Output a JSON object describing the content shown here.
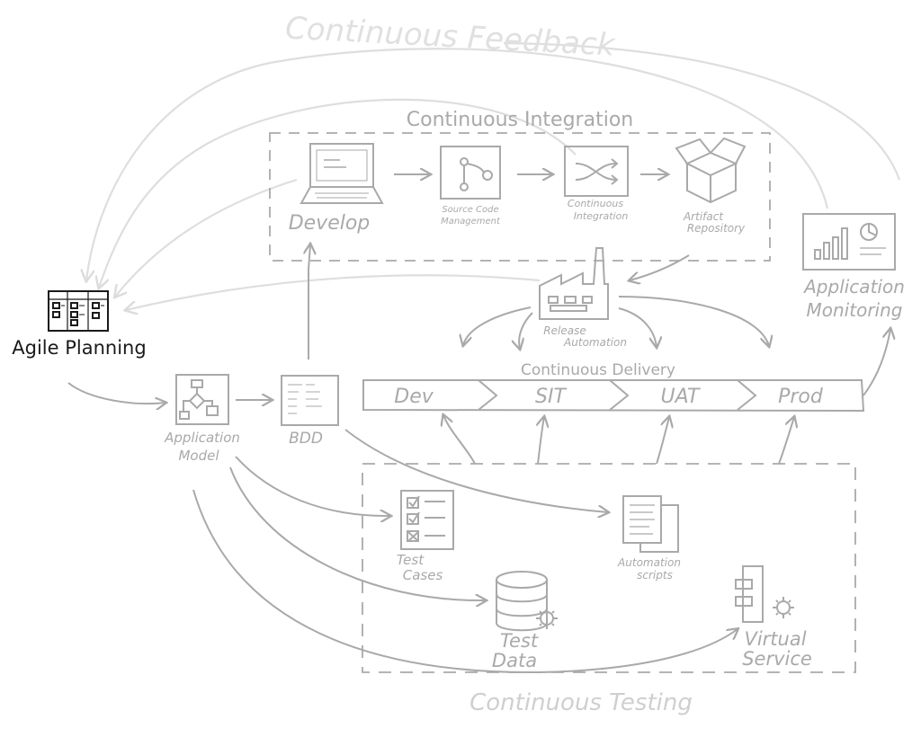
{
  "feedback_label": "Continuous Feedback",
  "ci_label": "Continuous Integration",
  "cd_label": "Continuous Delivery",
  "ct_label": "Continuous Testing",
  "agile": {
    "label": "Agile Planning"
  },
  "ci": {
    "develop": "Develop",
    "scm_1": "Source Code",
    "scm_2": "Management",
    "ci_1": "Continuous",
    "ci_2": "Integration",
    "repo_1": "Artifact",
    "repo_2": "Repository"
  },
  "release_1": "Release",
  "release_2": "Automation",
  "monitoring_1": "Application",
  "monitoring_2": "Monitoring",
  "model_1": "Application",
  "model_2": "Model",
  "bdd": "BDD",
  "stages": [
    "Dev",
    "SIT",
    "UAT",
    "Prod"
  ],
  "test_cases_1": "Test",
  "test_cases_2": "Cases",
  "automation_1": "Automation",
  "automation_2": "scripts",
  "test_data_1": "Test",
  "test_data_2": "Data",
  "virtual_1": "Virtual",
  "virtual_2": "Service",
  "colors": {
    "ink": "#1a1a1a",
    "grey": "#a9a9a9",
    "light": "#d4d4d4",
    "faint": "#e2e2e2"
  }
}
